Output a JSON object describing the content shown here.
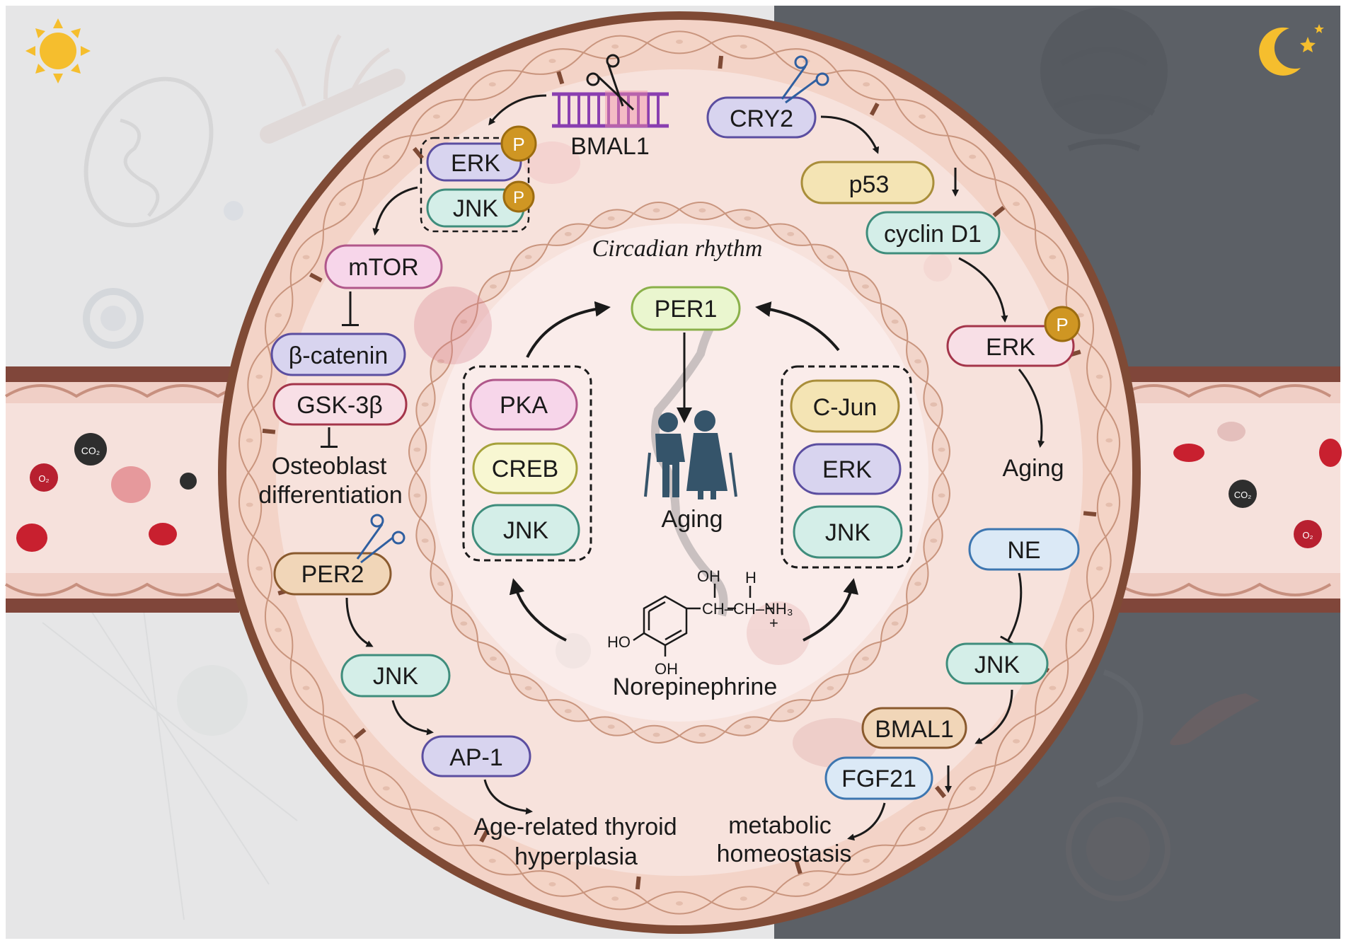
{
  "colors": {
    "day_bg": "#e6e6e7",
    "night_bg": "#5c6066",
    "vessel_wall": "#80463a",
    "vessel_lumen": "#f3dcd6",
    "cell_fill": "#f3d5c8",
    "outer_ring": "#7f4a35",
    "inner_fill": "#f9e8e6",
    "sun": "#f5be2e",
    "moon": "#f5be2e",
    "phospho": "#cf9623"
  },
  "icons": {
    "sun": "sun-icon",
    "moon": "moon-stars-icon",
    "scissors": "scissors-icon",
    "dna": "dna-icon",
    "elderly": "elderly-couple-icon",
    "phospho": "phosphate-badge-icon"
  },
  "center": {
    "title": "Circadian rhythm",
    "per1": "PER1",
    "aging": "Aging",
    "left_box": [
      "PKA",
      "CREB",
      "JNK"
    ],
    "right_box": [
      "C-Jun",
      "ERK",
      "JNK"
    ],
    "molecule": {
      "name": "Norepinephrine",
      "oh_top": "OH",
      "h_top": "H",
      "chain": "CH–CH–NH₃",
      "plus": "+",
      "ho": "HO",
      "oh_bottom": "OH"
    }
  },
  "top_left": {
    "bmal1": "BMAL1",
    "erk": "ERK",
    "jnk": "JNK",
    "p": "P",
    "mtor": "mTOR",
    "bcatenin": "β-catenin",
    "gsk": "GSK-3β",
    "outcome_line1": "Osteoblast",
    "outcome_line2": "differentiation"
  },
  "bottom_left": {
    "per2": "PER2",
    "jnk": "JNK",
    "ap1": "AP-1",
    "outcome_line1": "Age-related thyroid",
    "outcome_line2": "hyperplasia"
  },
  "top_right": {
    "cry2": "CRY2",
    "p53": "p53",
    "cyclin": "cyclin D1",
    "erk": "ERK",
    "p": "P",
    "outcome": "Aging"
  },
  "bottom_right": {
    "ne": "NE",
    "jnk": "JNK",
    "bmal1": "BMAL1",
    "fgf21": "FGF21",
    "outcome_line1": "metabolic",
    "outcome_line2": "homeostasis"
  },
  "background": {
    "co2": "CO₂",
    "o2": "O₂"
  }
}
